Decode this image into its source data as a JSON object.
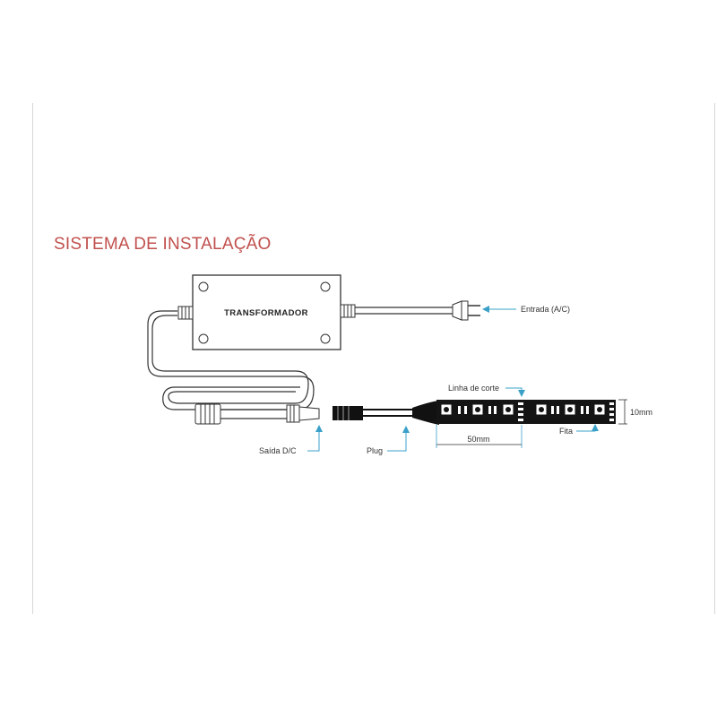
{
  "title": "SISTEMA DE INSTALAÇÃO",
  "labels": {
    "transformer": "TRANSFORMADOR",
    "input": "Entrada (A/C)",
    "cut_line": "Linha de corte",
    "width": "10mm",
    "strip": "Fita",
    "segment": "50mm",
    "dc_output": "Saída D/C",
    "plug": "Plug"
  },
  "colors": {
    "title": "#c0504d",
    "arrow": "#3aa0c8",
    "line": "#333333",
    "strip_body": "#111111"
  }
}
